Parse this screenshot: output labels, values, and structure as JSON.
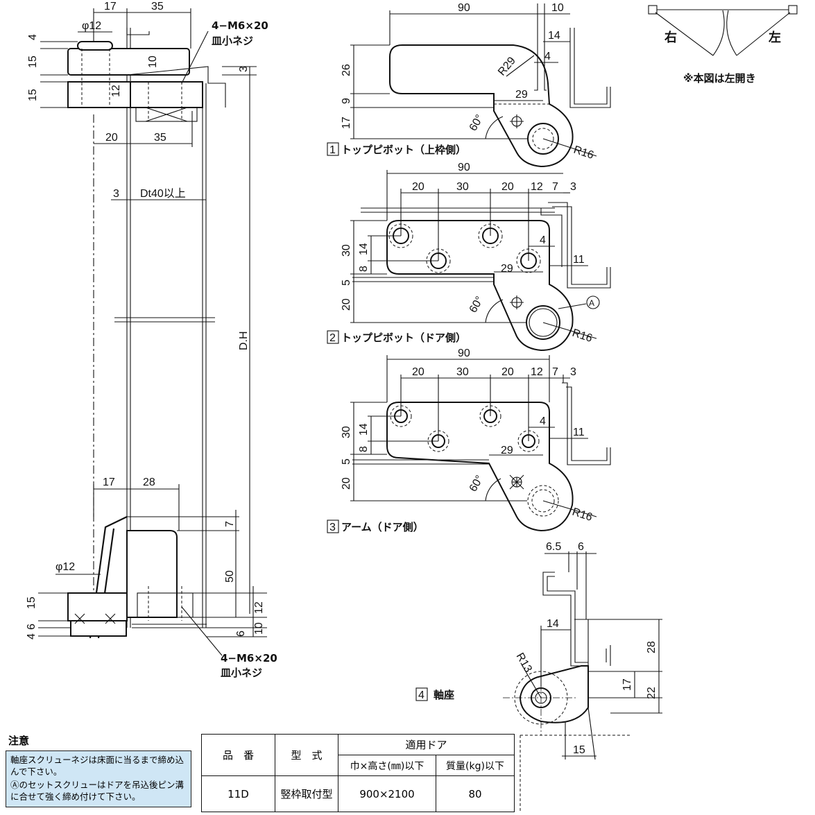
{
  "views": {
    "side": {
      "dims_top": [
        "17",
        "35",
        "φ12",
        "4",
        "15",
        "15",
        "10",
        "12",
        "3",
        "20",
        "35",
        "3",
        "Dt40以上",
        "D.H"
      ],
      "screw_top": [
        "4−M6×20",
        "皿小ネジ"
      ],
      "dims_bottom": [
        "17",
        "28",
        "7",
        "50",
        "12",
        "10",
        "6",
        "φ12",
        "15",
        "6",
        "4"
      ],
      "screw_bottom": [
        "4−M6×20",
        "皿小ネジ"
      ]
    },
    "part1": {
      "number": "1",
      "label": "トップピボット（上枠側）",
      "dims": [
        "90",
        "10",
        "14",
        "R29",
        "4",
        "26",
        "9",
        "17",
        "29",
        "60°",
        "R16"
      ]
    },
    "part2": {
      "number": "2",
      "label": "トップピボット（ドア側）",
      "dims": [
        "90",
        "20",
        "30",
        "20",
        "12",
        "7",
        "3",
        "30",
        "14",
        "8",
        "4",
        "11",
        "29",
        "5",
        "20",
        "60°",
        "R16"
      ],
      "marker": "A"
    },
    "part3": {
      "number": "3",
      "label": "アーム（ドア側）",
      "dims": [
        "90",
        "20",
        "30",
        "20",
        "12",
        "7",
        "3",
        "30",
        "14",
        "8",
        "4",
        "11",
        "29",
        "5",
        "20",
        "60°",
        "R16"
      ]
    },
    "part4": {
      "number": "4",
      "label": "軸座",
      "dims": [
        "6.5",
        "6",
        "14",
        "R13",
        "28",
        "17",
        "22",
        "15"
      ]
    },
    "swing": {
      "right": "右",
      "left": "左",
      "note": "※本図は左開き"
    }
  },
  "notes": {
    "title": "注意",
    "items": [
      "軸座スクリューネジは床面に当るまで締め込んで下さい。",
      "Ⓐのセットスクリューはドアを吊込後ピン溝に合せて強く締め付けて下さい。"
    ]
  },
  "spec_table": {
    "headers": {
      "product_no": "品　番",
      "type": "型　式",
      "door": "適用ドア",
      "size": "巾×高さ(㎜)以下",
      "weight": "質量(kg)以下"
    },
    "row": {
      "product_no": "11D",
      "type": "竪枠取付型",
      "size": "900×2100",
      "weight": "80"
    }
  }
}
